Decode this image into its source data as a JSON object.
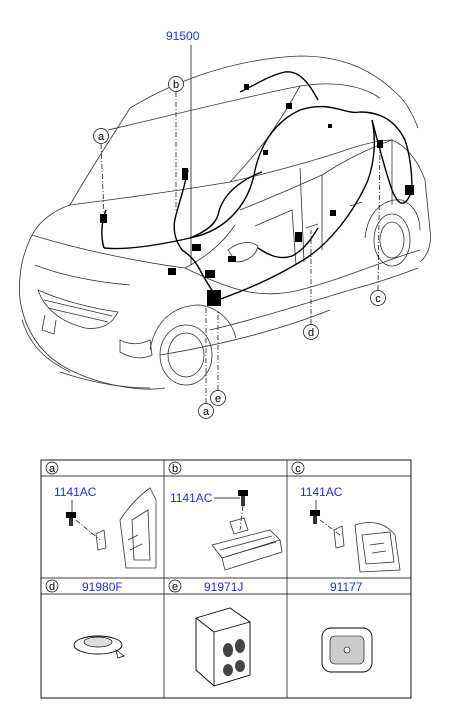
{
  "main_part_number": "91500",
  "callouts": {
    "a_top": "a",
    "a_bottom": "a",
    "b": "b",
    "c": "c",
    "d": "d",
    "e": "e"
  },
  "detail_cells": [
    {
      "letter": "a",
      "part": "1141AC"
    },
    {
      "letter": "b",
      "part": "1141AC"
    },
    {
      "letter": "c",
      "part": "1141AC"
    },
    {
      "letter": "d",
      "part": "91980F"
    },
    {
      "letter": "e",
      "part": "91971J"
    },
    {
      "letter": "",
      "part": "91177"
    }
  ],
  "colors": {
    "part_number": "#2233cc",
    "line": "#000000"
  }
}
